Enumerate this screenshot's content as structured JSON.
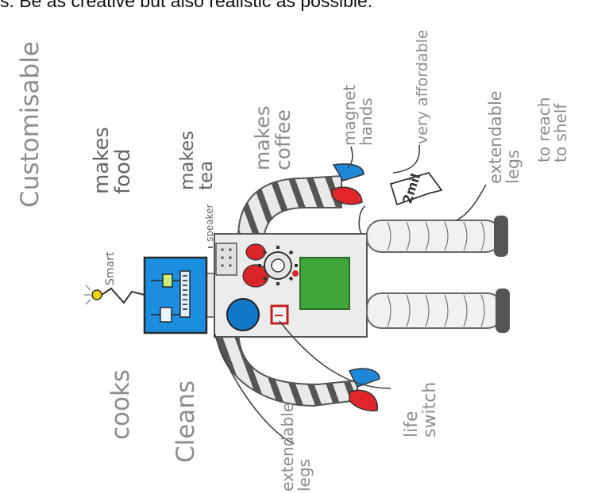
{
  "instruction": "s. Be as creative but also realistic as possible.",
  "labels": {
    "customisable": "Customisable",
    "makes_food": [
      "makes",
      "food"
    ],
    "makes_tea": [
      "makes",
      "tea"
    ],
    "makes_coffee": [
      "makes",
      "coffee"
    ],
    "magnet_hands": [
      "magnet",
      "hands"
    ],
    "very_affordable": "very affordable",
    "extendable_legs_right": [
      "extendable",
      "legs"
    ],
    "to_reach_shelf": [
      "to reach",
      "to shelf"
    ],
    "price_tag": "2mil",
    "speaker": "speaker",
    "smart": "Smart",
    "cooks": "cooks",
    "cleans": "Cleans",
    "extendable_legs_bottom": [
      "extendable",
      "legs"
    ],
    "life_switch": [
      "life",
      "switch"
    ]
  },
  "colors": {
    "head": "#1b8ee0",
    "body": "#ececec",
    "stripe_dark": "#5a5a5a",
    "hand_blue": "#1e88d8",
    "hand_red": "#e0262b",
    "panel_green": "#3ea63b",
    "button_blue": "#1177c8",
    "antenna_bulb": "#f1d400"
  }
}
